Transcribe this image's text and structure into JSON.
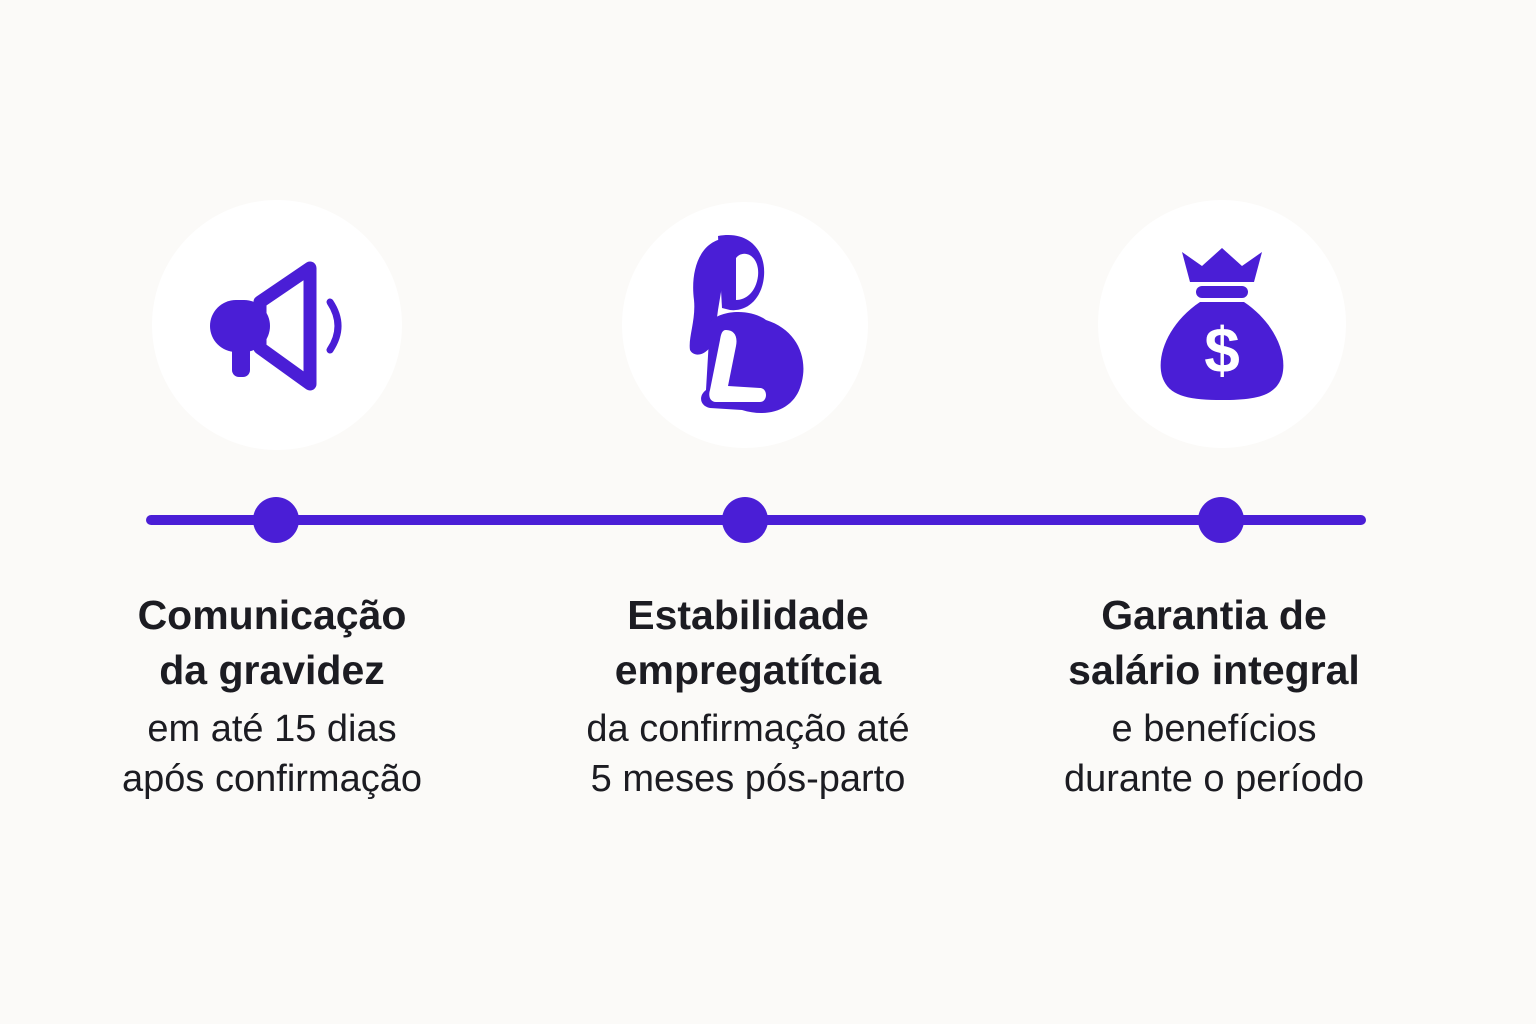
{
  "colors": {
    "accent": "#4a1ed6",
    "background": "#fbfaf8",
    "circle": "#ffffff",
    "text": "#1c1c22"
  },
  "steps": [
    {
      "icon": "megaphone-icon",
      "title": [
        "Comunicação",
        "da gravidez"
      ],
      "description": [
        "em até 15 dias",
        "após confirmação"
      ]
    },
    {
      "icon": "pregnant-woman-icon",
      "title": [
        "Estabilidade",
        "empregatítcia"
      ],
      "description": [
        "da confirmação até",
        "5 meses pós-parto"
      ]
    },
    {
      "icon": "money-bag-icon",
      "title": [
        "Garantia de",
        "salário integral"
      ],
      "description": [
        "e benefícios",
        "durante o período"
      ]
    }
  ]
}
